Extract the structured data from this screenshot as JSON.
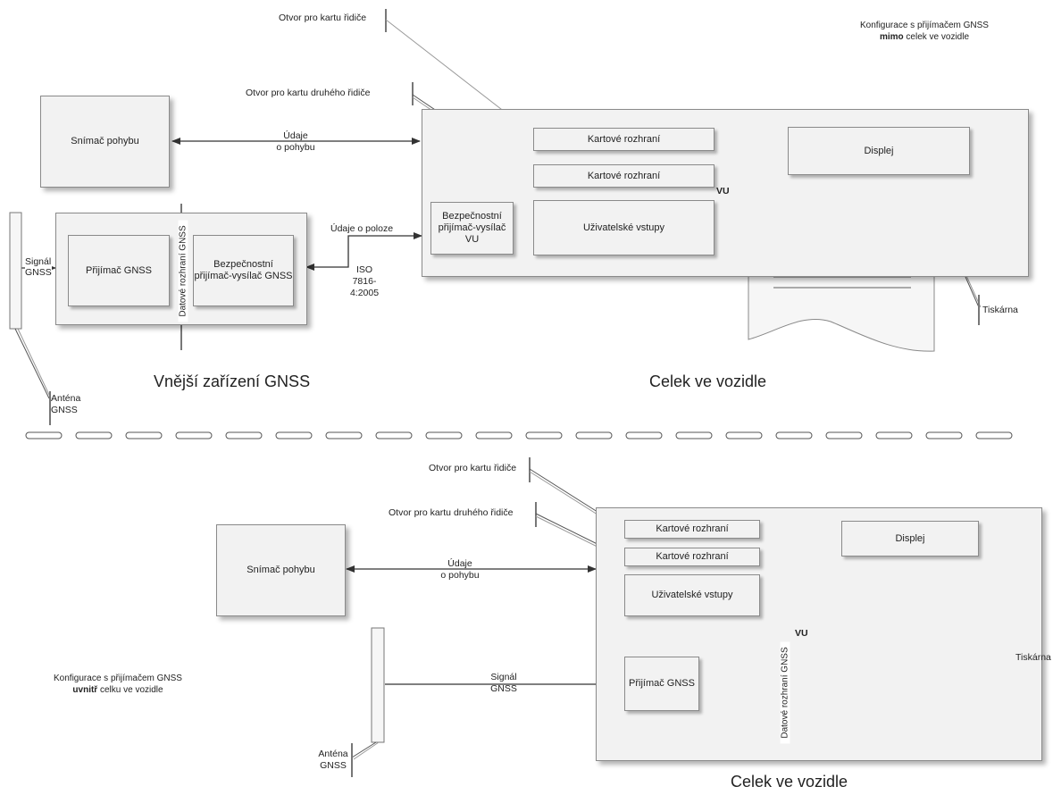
{
  "top": {
    "config_line1": "Konfigurace s přijímačem GNSS",
    "config_bold": "mimo",
    "config_rest": " celek ve vozidle",
    "driver_slot": "Otvor pro kartu řidiče",
    "codriver_slot": "Otvor pro kartu druhého řidiče",
    "motion_sensor": "Snímač pohybu",
    "motion_data_1": "Údaje",
    "motion_data_2": "o pohybu",
    "card_iface_1": "Kartové rozhraní",
    "card_iface_2": "Kartové rozhraní",
    "display": "Displej",
    "vu": "VU",
    "security_vu": "Bezpečnostní přijímač-vysílač VU",
    "user_inputs": "Uživatelské vstupy",
    "position_data": "Údaje o poloze",
    "iso_1": "ISO",
    "iso_2": "7816-",
    "iso_3": "4:2005",
    "signal_1": "Signál",
    "signal_2": "GNSS",
    "gnss_receiver": "Přijímač GNSS",
    "data_iface": "Datové rozhraní GNSS",
    "security_gnss": "Bezpečnostní přijímač-vysílač GNSS",
    "printer": "Tiskárna",
    "antenna_1": "Anténa",
    "antenna_2": "GNSS",
    "ext_title": "Vnější zařízení GNSS",
    "vu_title": "Celek ve vozidle"
  },
  "bottom": {
    "driver_slot": "Otvor pro kartu řidiče",
    "codriver_slot": "Otvor pro kartu druhého řidiče",
    "card_iface_1": "Kartové rozhraní",
    "card_iface_2": "Kartové rozhraní",
    "display": "Displej",
    "motion_sensor": "Snímač pohybu",
    "motion_data_1": "Údaje",
    "motion_data_2": "o pohybu",
    "user_inputs": "Uživatelské vstupy",
    "vu": "VU",
    "printer": "Tiskárna",
    "config_line1": "Konfigurace s přijímačem GNSS",
    "config_bold": "uvnitř",
    "config_rest": " celku ve vozidle",
    "signal_1": "Signál",
    "signal_2": "GNSS",
    "gnss_receiver": "Přijímač GNSS",
    "data_iface": "Datové rozhraní GNSS",
    "antenna_1": "Anténa",
    "antenna_2": "GNSS",
    "vu_title": "Celek ve vozidle"
  }
}
